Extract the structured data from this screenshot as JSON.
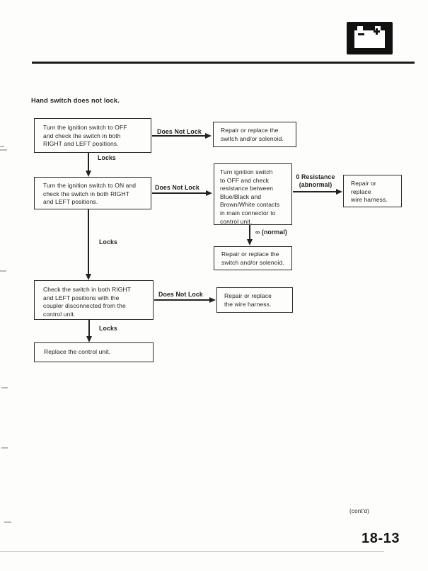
{
  "page": {
    "heading": "Hand switch does not lock.",
    "contd": "(cont'd)",
    "page_number": "18-13",
    "ink_color": "#1f1f1f",
    "badge_background": "#111111"
  },
  "header": {
    "badge_icon": "battery-icon"
  },
  "flowchart": {
    "nodes": {
      "ignition_off": "Turn the ignition switch to OFF\nand check the switch in both\nRIGHT and LEFT positions.",
      "repair_switch_solenoid_1": "Repair or replace the\nswitch and/or solenoid.",
      "ignition_on": "Turn the ignition switch to ON and\ncheck the switch in both RIGHT\nand LEFT positions.",
      "check_resistance": "Turn ignition switch\nto OFF and check\nresistance between\nBlue/Black and\nBrown/White contacts\nin main connector to\ncontrol unit.",
      "repair_wire_harness_1": "Repair or\nreplace\nwire harness.",
      "repair_switch_solenoid_2": "Repair or replace the\nswitch and/or solenoid.",
      "check_coupler": "Check the switch in both RIGHT\nand LEFT positions with the\ncoupler disconnected from the\ncontrol unit.",
      "repair_wire_harness_2": "Repair or replace\nthe wire harness.",
      "replace_control_unit": "Replace the control unit."
    },
    "labels": {
      "does_not_lock": "Does Not Lock",
      "locks": "Locks",
      "zero_resistance": "0 Resistance\n(abnormal)",
      "infinity_normal": "∞ (normal)"
    }
  }
}
